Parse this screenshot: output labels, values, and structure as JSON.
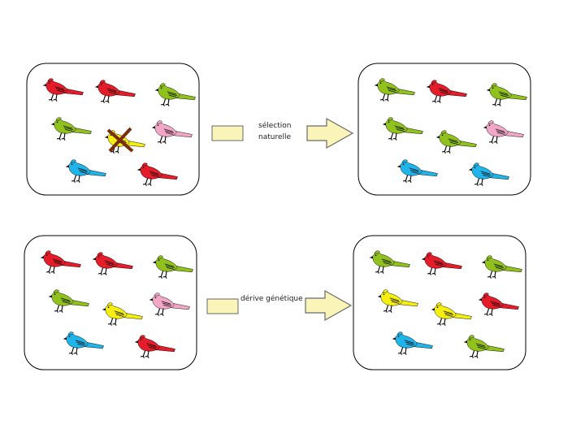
{
  "colors": {
    "red": "#e51c2a",
    "green": "#90c11c",
    "pink": "#f2a7c7",
    "blue": "#1fb4ea",
    "yellow": "#f4ee11",
    "arrow_fill": "#fbf4b8",
    "arrow_stroke": "#6a6a6a",
    "cross": "#7a2d0c",
    "frame": "#000000"
  },
  "rows": [
    {
      "label_lines": [
        "sélection",
        "naturelle"
      ],
      "before": [
        "red",
        "red",
        "green",
        "green",
        "yellow-crossed",
        "pink",
        "blue",
        "red"
      ],
      "after": [
        "green",
        "red",
        "green",
        "green",
        "green",
        "pink",
        "blue",
        "blue"
      ]
    },
    {
      "label_lines": [
        "dérive génétique"
      ],
      "before": [
        "red",
        "red",
        "green",
        "green",
        "yellow",
        "pink",
        "blue",
        "red"
      ],
      "after": [
        "green",
        "red",
        "green",
        "yellow",
        "yellow",
        "red",
        "blue",
        "green"
      ]
    }
  ]
}
